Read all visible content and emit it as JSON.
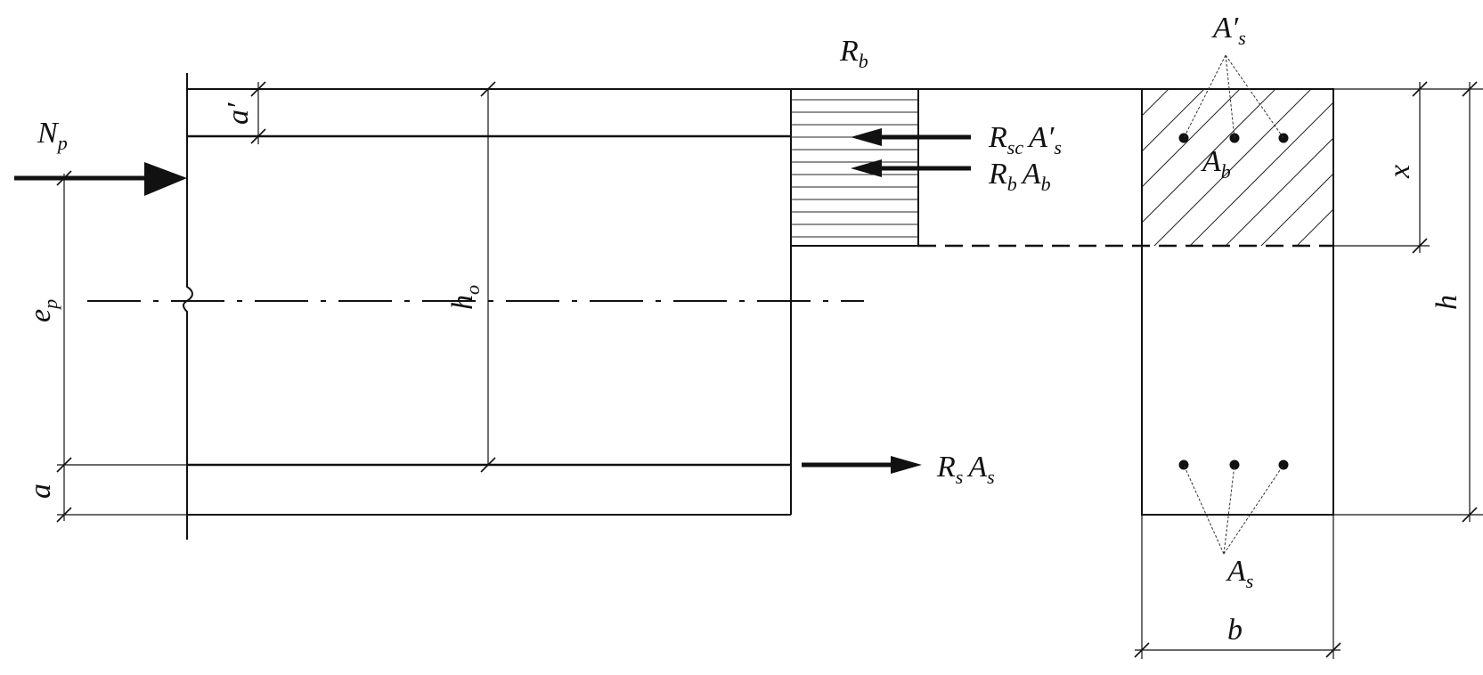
{
  "labels": {
    "Np_main": "N",
    "Np_sub": "p",
    "ep_main": "e",
    "ep_sub": "p",
    "a_prime": "a′",
    "a": "a",
    "h0_main": "h",
    "h0_sub": "o",
    "Rb_main": "R",
    "Rb_sub": "b",
    "Rsc_main": "R",
    "Rsc_sub": "sc",
    "As_prime_force_main": "A′",
    "As_prime_force_sub": "s",
    "RbAb_R_main": "R",
    "RbAb_R_sub": "b",
    "RbAb_A_main": "A",
    "RbAb_A_sub": "b",
    "RsAs_R_main": "R",
    "RsAs_R_sub": "s",
    "RsAs_A_main": "A",
    "RsAs_A_sub": "s",
    "As_prime_top_main": "A′",
    "As_prime_top_sub": "s",
    "Ab_main": "A",
    "Ab_sub": "b",
    "As_bottom_main": "A",
    "As_bottom_sub": "s",
    "b": "b",
    "x": "x",
    "h": "h"
  }
}
